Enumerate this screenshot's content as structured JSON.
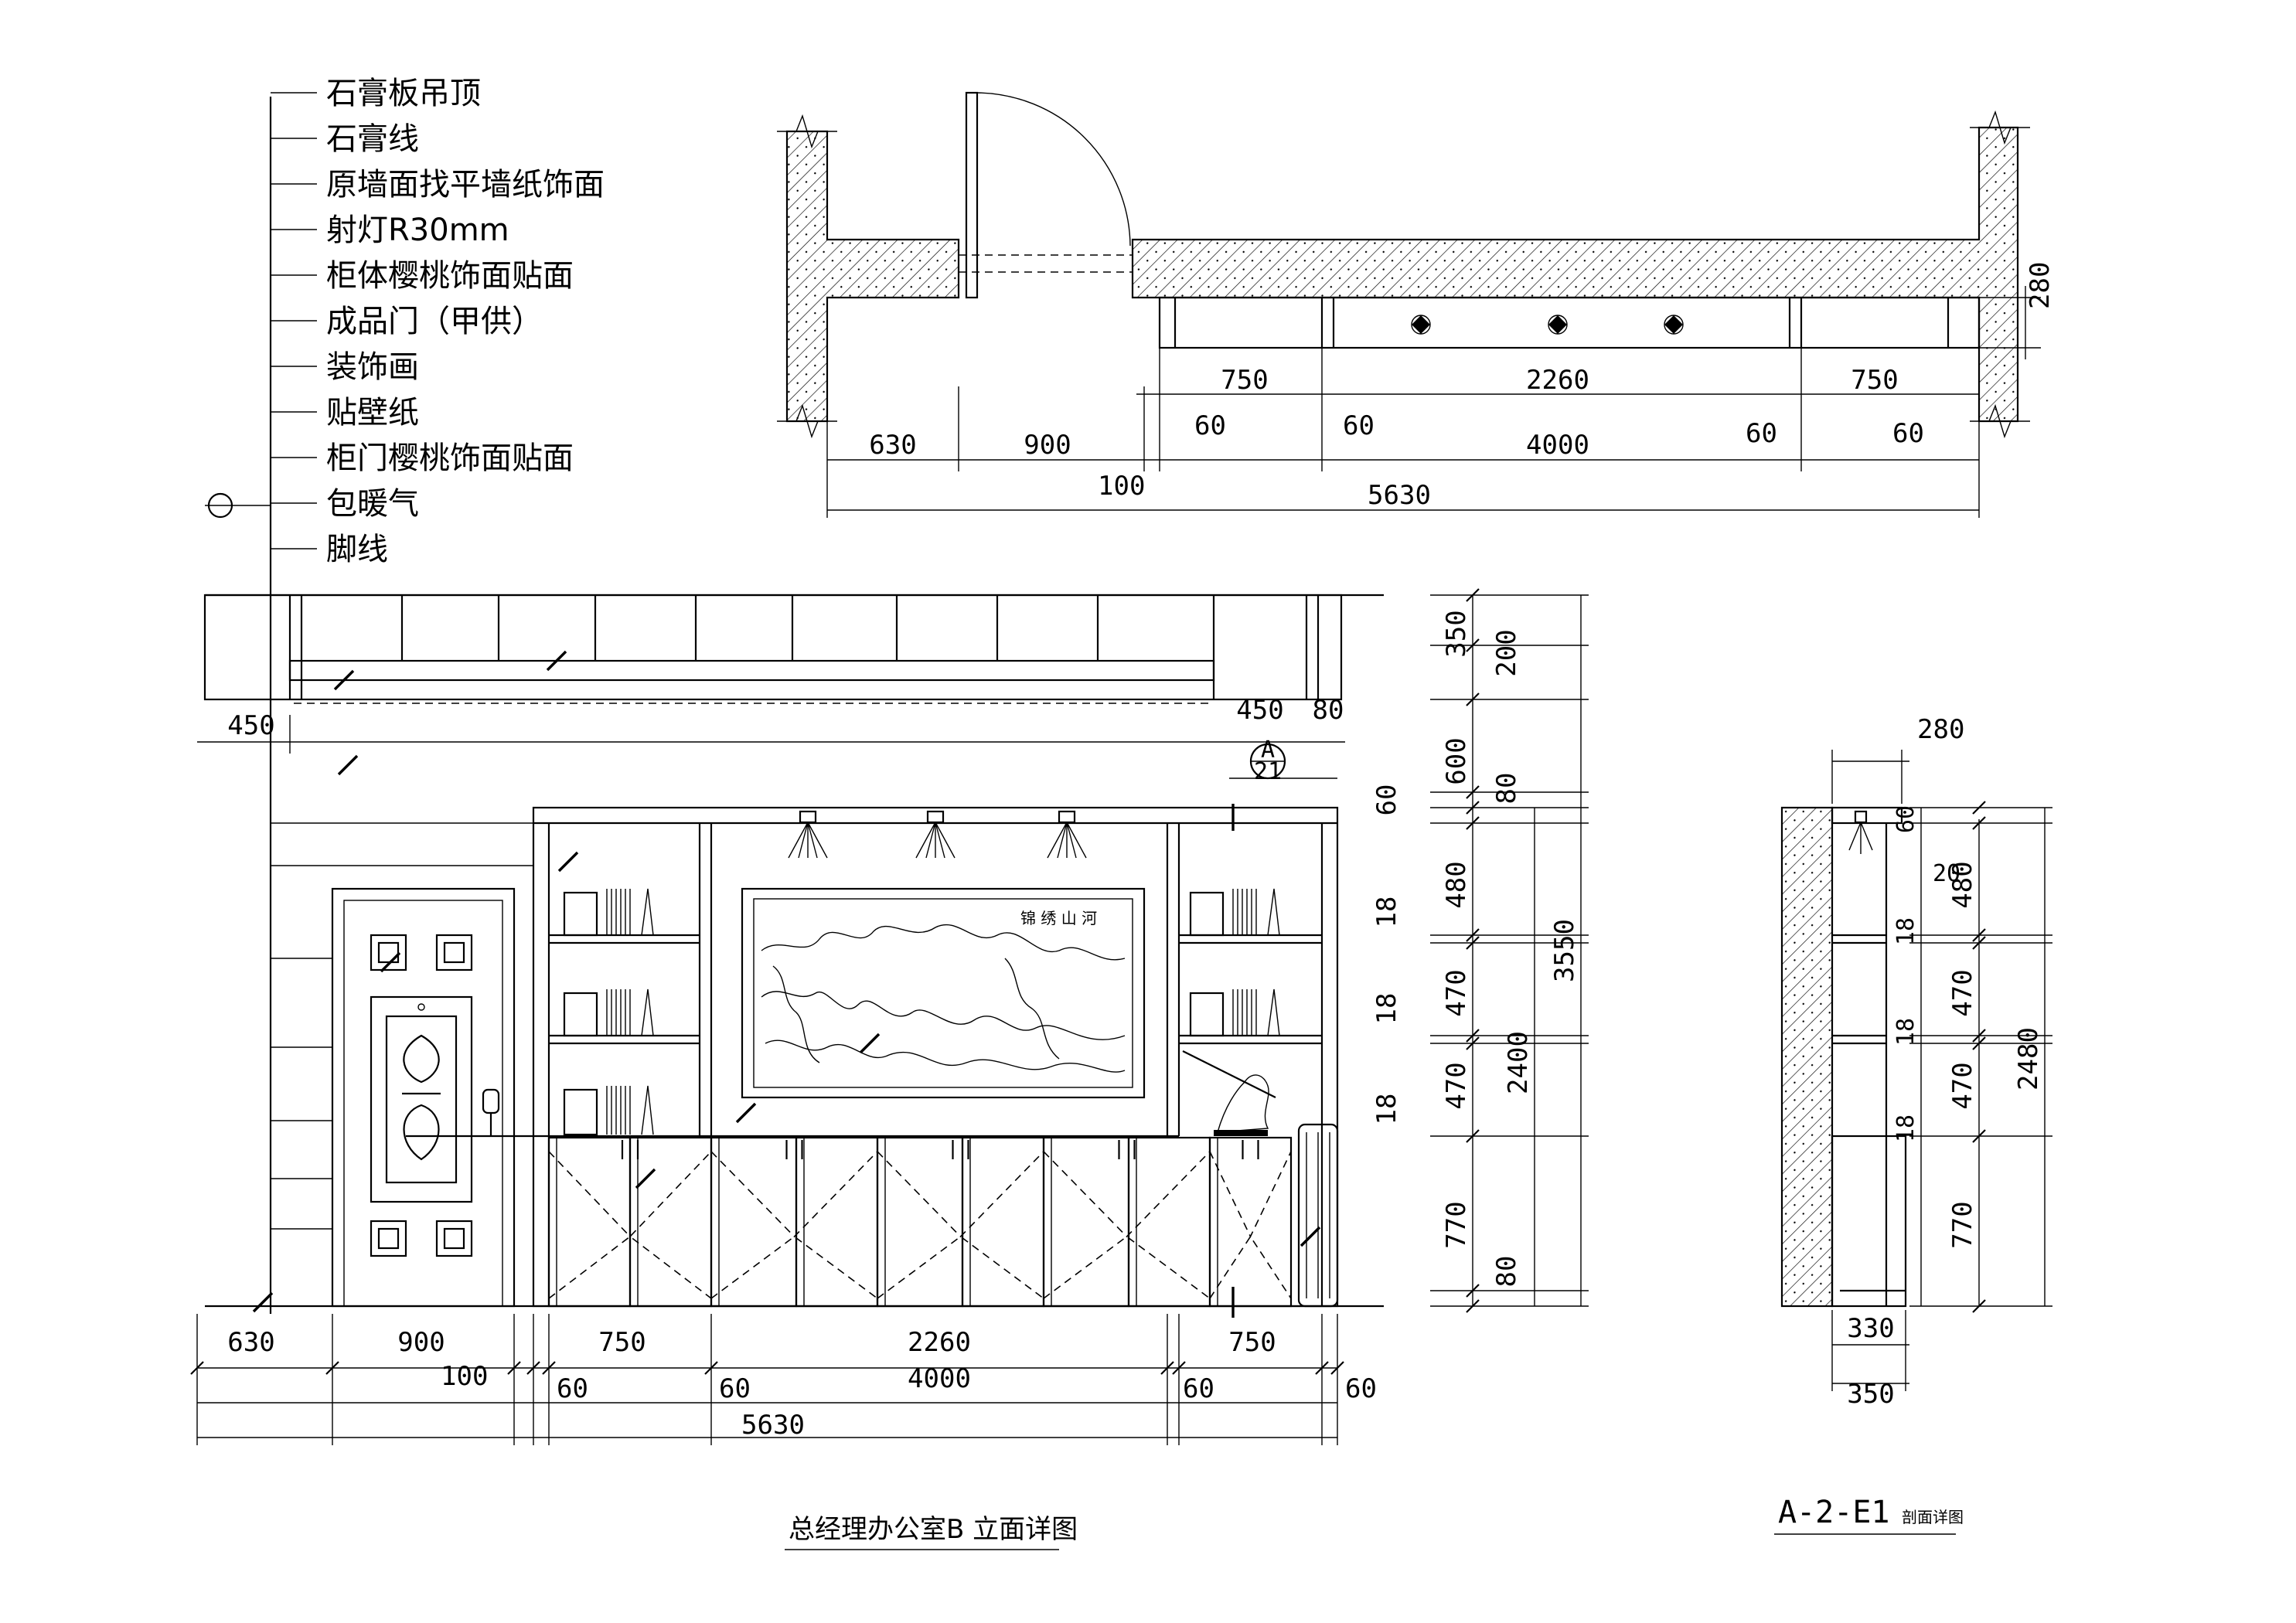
{
  "legend": {
    "items": [
      "石膏板吊顶",
      "石膏线",
      "原墙面找平墙纸饰面",
      "射灯R30mm",
      "柜体樱桃饰面贴面",
      "成品门（甲供）",
      "装饰画",
      "贴壁纸",
      "柜门樱桃饰面贴面",
      "包暖气",
      "脚线"
    ]
  },
  "plan": {
    "row1": [
      "750",
      "2260",
      "750"
    ],
    "row2": [
      "630",
      "900",
      "4000"
    ],
    "small": [
      "60",
      "60",
      "60",
      "60",
      "100"
    ],
    "total": "5630",
    "depth": "280"
  },
  "elevation": {
    "row1": [
      "630",
      "900",
      "750",
      "2260",
      "750"
    ],
    "row2": [
      "100",
      "60",
      "60",
      "4000",
      "60",
      "60"
    ],
    "total": "5630",
    "top_left": "450",
    "top_right_a": "450",
    "top_right_b": "80",
    "right_col1": [
      "350",
      "200",
      "600",
      "80",
      "60",
      "480",
      "18",
      "470",
      "18",
      "470",
      "18",
      "770",
      "80"
    ],
    "right_col2": [
      "2400"
    ],
    "right_col3": [
      "3550"
    ],
    "callout_top": "A",
    "callout_bottom": "21",
    "painting_seal": "锦 绣 山 河"
  },
  "section": {
    "top": "280",
    "labels_a": [
      "60",
      "20",
      "18",
      "18",
      "18"
    ],
    "labels_b": [
      "480",
      "470",
      "470",
      "770"
    ],
    "overall": "2480",
    "bottom": [
      "330",
      "350"
    ]
  },
  "titles": {
    "elevation": "总经理办公室B 立面详图",
    "section_code": "A-2-E1",
    "section_suffix": "剖面详图"
  }
}
